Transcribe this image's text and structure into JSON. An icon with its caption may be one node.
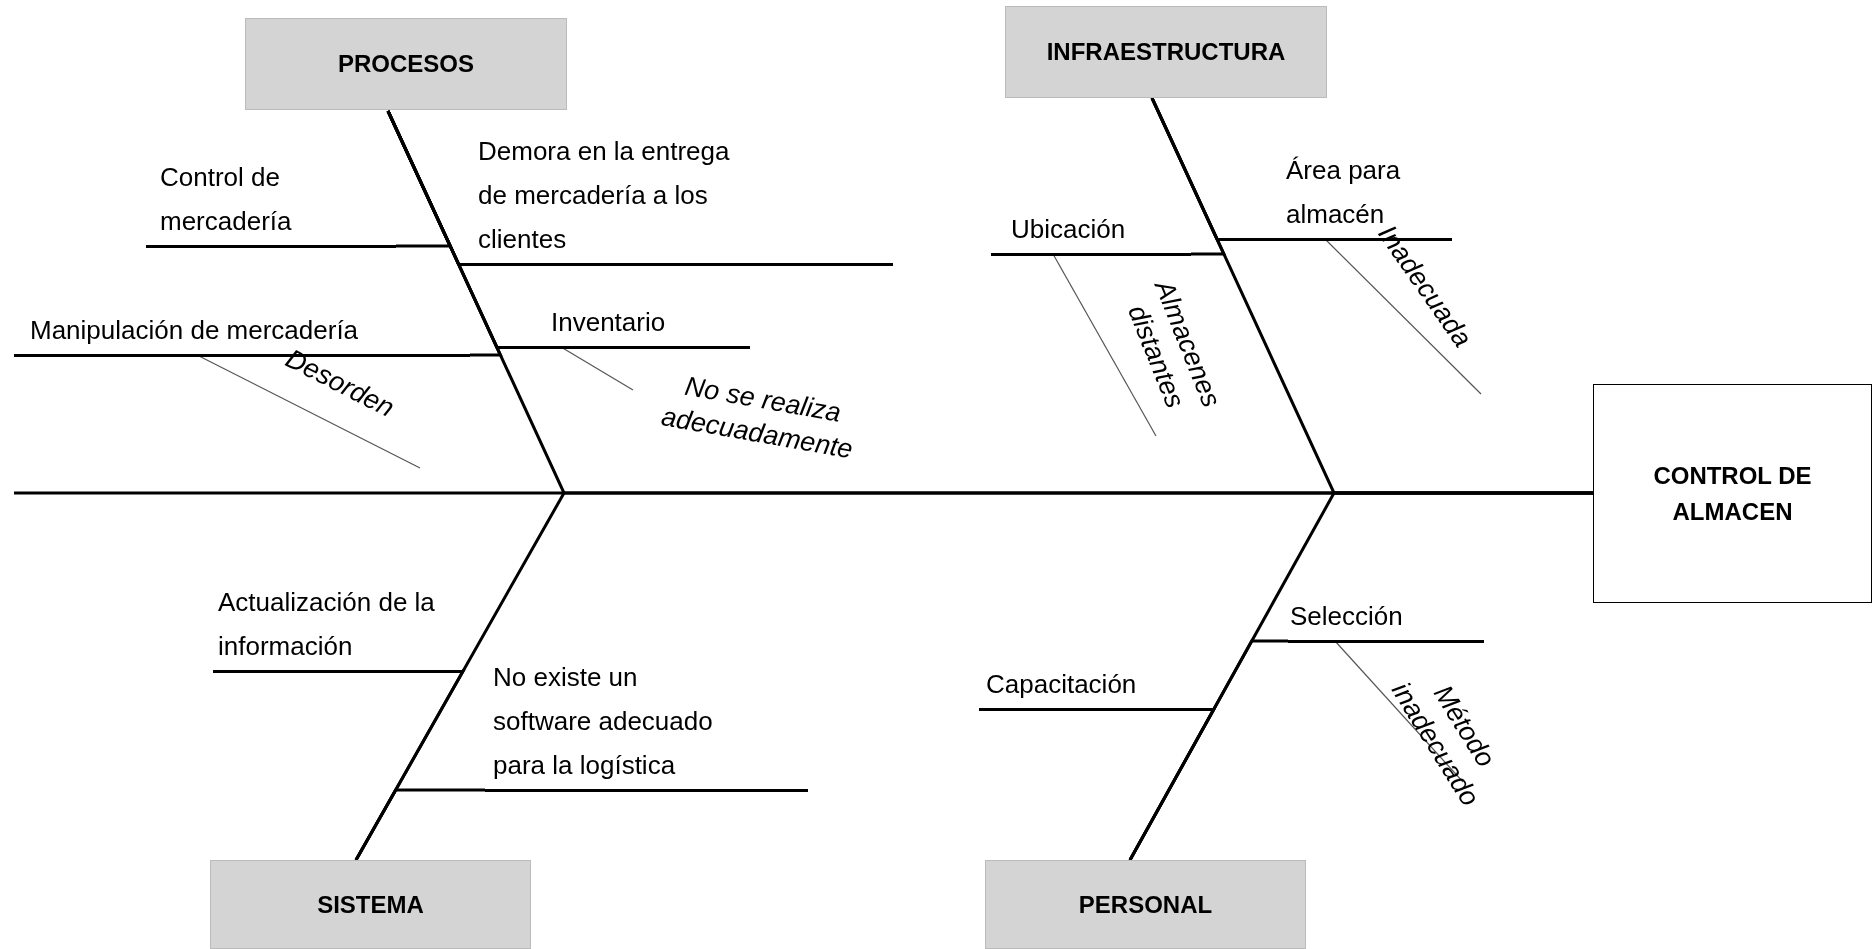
{
  "diagram": {
    "nodes": [
      {
        "text": [
          "PROCESOS"
        ]
      },
      {
        "text": [
          "INFRAESTRUCTURA"
        ]
      },
      {
        "text": [
          "Control de mercadería"
        ]
      },
      {
        "text": [
          "Demora en la entrega de mercadería a los clientes"
        ]
      },
      {
        "text": [
          "Ubicación"
        ]
      },
      {
        "text": [
          "Área para almacén"
        ]
      },
      {
        "text": [
          "Manipulación de mercadería"
        ]
      },
      {
        "text": [
          "Inventario"
        ]
      },
      {
        "text": [
          "Desorden"
        ]
      },
      {
        "text": [
          "No se realiza adecuadamente"
        ]
      },
      {
        "text": [
          "Almacenes distantes"
        ]
      },
      {
        "text": [
          "Inadecuada"
        ]
      },
      {
        "text": [
          "CONTROL DE ALMACEN"
        ]
      },
      {
        "text": [
          "Actualización de la información"
        ]
      },
      {
        "text": [
          "Selección"
        ]
      },
      {
        "text": [
          "No existe un software adecuado para la logística"
        ]
      },
      {
        "text": [
          "Capacitación"
        ]
      },
      {
        "text": [
          "Método inadecuado"
        ]
      },
      {
        "text": [
          "SISTEMA"
        ]
      },
      {
        "text": [
          "PERSONAL"
        ]
      }
    ],
    "edges": [
      {
        "from": 0,
        "to": 12,
        "arrow": "none"
      },
      {
        "from": 1,
        "to": 12,
        "arrow": "none"
      },
      {
        "from": 18,
        "to": 12,
        "arrow": "none"
      },
      {
        "from": 19,
        "to": 12,
        "arrow": "none"
      },
      {
        "from": 2,
        "to": 0,
        "arrow": "none"
      },
      {
        "from": 3,
        "to": 0,
        "arrow": "none"
      },
      {
        "from": 6,
        "to": 0,
        "arrow": "none"
      },
      {
        "from": 7,
        "to": 0,
        "arrow": "none"
      },
      {
        "from": 4,
        "to": 1,
        "arrow": "none"
      },
      {
        "from": 5,
        "to": 1,
        "arrow": "none"
      },
      {
        "from": 13,
        "to": 18,
        "arrow": "none"
      },
      {
        "from": 15,
        "to": 18,
        "arrow": "none"
      },
      {
        "from": 16,
        "to": 19,
        "arrow": "none"
      },
      {
        "from": 14,
        "to": 19,
        "arrow": "none"
      },
      {
        "from": 8,
        "to": 6,
        "arrow": "none"
      },
      {
        "from": 9,
        "to": 7,
        "arrow": "none"
      },
      {
        "from": 10,
        "to": 4,
        "arrow": "none"
      },
      {
        "from": 11,
        "to": 5,
        "arrow": "none"
      },
      {
        "from": 17,
        "to": 14,
        "arrow": "none"
      }
    ]
  }
}
